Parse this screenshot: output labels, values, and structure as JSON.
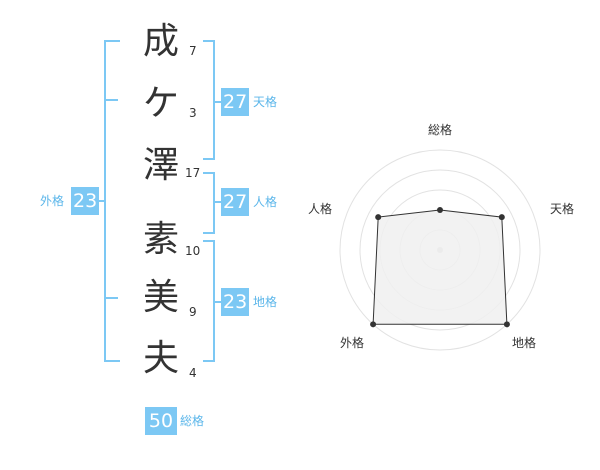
{
  "name": {
    "chars": [
      {
        "char": "成",
        "strokes": "7"
      },
      {
        "char": "ケ",
        "strokes": "3"
      },
      {
        "char": "澤",
        "strokes": "17"
      },
      {
        "char": "素",
        "strokes": "10"
      },
      {
        "char": "美",
        "strokes": "9"
      },
      {
        "char": "夫",
        "strokes": "4"
      }
    ]
  },
  "kaku": {
    "tenkaku": {
      "value": "27",
      "label": "天格"
    },
    "jinkaku": {
      "value": "27",
      "label": "人格"
    },
    "chikaku": {
      "value": "23",
      "label": "地格"
    },
    "gaikaku": {
      "value": "23",
      "label": "外格"
    },
    "soukaku": {
      "value": "50",
      "label": "総格"
    }
  },
  "radar": {
    "axes": [
      "総格",
      "天格",
      "地格",
      "外格",
      "人格"
    ],
    "values": [
      0.4,
      0.7,
      1.0,
      1.0,
      0.7
    ],
    "fill_color": "#f0f0f0",
    "line_color": "#333333"
  }
}
